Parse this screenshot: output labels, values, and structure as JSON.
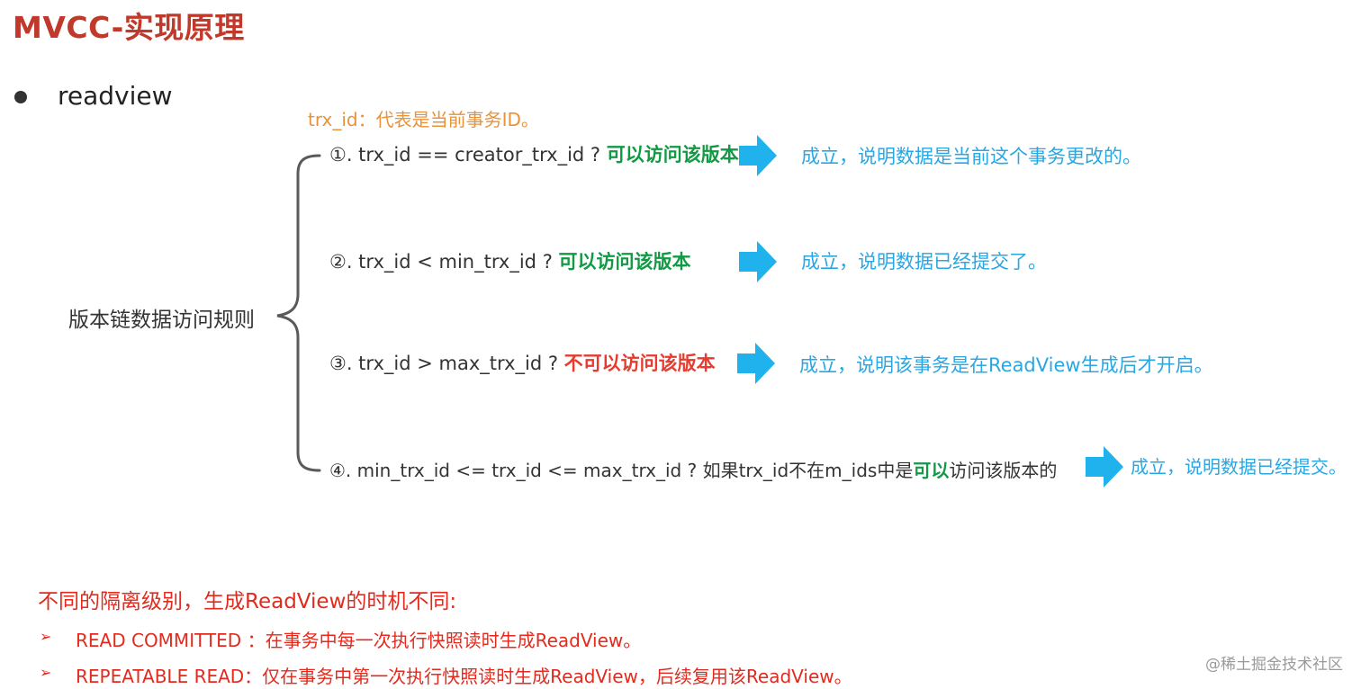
{
  "title": "MVCC-实现原理",
  "bullet": "readview",
  "trx_note": "trx_id：代表是当前事务ID。",
  "rules_label": "版本链数据访问规则",
  "rules": [
    {
      "condition": "①. trx_id  == creator_trx_id ? ",
      "verdict": "可以访问该版本",
      "result": "成立，说明数据是当前这个事务更改的。"
    },
    {
      "condition": "②. trx_id < min_trx_id ? ",
      "verdict": "可以访问该版本",
      "result": "成立，说明数据已经提交了。"
    },
    {
      "condition": "③. trx_id > max_trx_id ?  ",
      "verdict": "不可以访问该版本",
      "result": "成立，说明该事务是在ReadView生成后才开启。"
    },
    {
      "condition": "④. min_trx_id <= trx_id <= max_trx_id ?  如果trx_id不在m_ids中是",
      "verdict": "可以",
      "condition_tail": "访问该版本的",
      "result": "成立，说明数据已经提交。"
    }
  ],
  "isolation": {
    "heading": "不同的隔离级别，生成ReadView的时机不同:",
    "marker": "➢",
    "items": [
      "READ COMMITTED ：在事务中每一次执行快照读时生成ReadView。",
      "REPEATABLE READ：仅在事务中第一次执行快照读时生成ReadView，后续复用该ReadView。"
    ]
  },
  "watermark": "@稀土掘金技术社区",
  "colors": {
    "title": "#c0392b",
    "note": "#e8923a",
    "verdict_ok": "#119944",
    "verdict_no": "#e63b2e",
    "result": "#2aa7e3",
    "arrow": "#1fb2ec",
    "isolation": "#e22b1e"
  }
}
